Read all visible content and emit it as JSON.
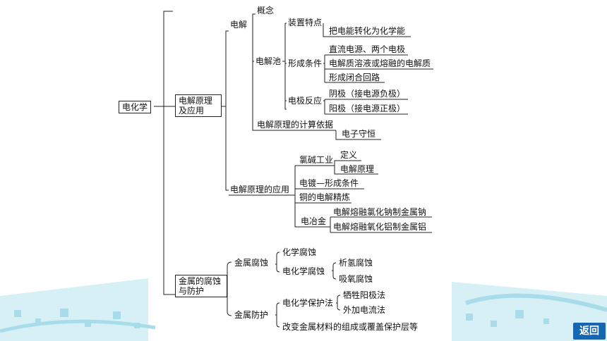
{
  "diagram": {
    "root": "电化学",
    "branch1": {
      "title_line1": "电解原理",
      "title_line2": "及应用",
      "electrolysis": "电解",
      "concept": "概念",
      "electrolytic_cell": "电解池",
      "device_feature": "装置特点",
      "device_feature_value": "把电能转化为化学能",
      "formation_conditions": "形成条件",
      "condition_1": "直流电源、两个电极",
      "condition_2": "电解质溶液或熔融的电解质",
      "condition_3": "形成闭合回路",
      "electrode_reaction": "电极反应",
      "cathode": "阴极（接电源负极）",
      "anode": "阳极（接电源正极）",
      "calc_basis": "电解原理的计算依据",
      "electron_conservation": "电子守恒",
      "applications": "电解原理的应用",
      "chlor_alkali": "氯碱工业",
      "definition": "定义",
      "principle": "电解原理",
      "electroplating": "电镀—形成条件",
      "copper_refining": "铜的电解精炼",
      "metallurgy": "电冶金",
      "sodium": "电解熔融氯化钠制金属钠",
      "aluminum": "电解熔融氧化铝制金属铝"
    },
    "branch2": {
      "title_line1": "金属的腐蚀",
      "title_line2": "与防护",
      "corrosion": "金属腐蚀",
      "chemical_corrosion": "化学腐蚀",
      "electrochemical_corrosion": "电化学腐蚀",
      "hydrogen_evolution": "析氢腐蚀",
      "oxygen_absorption": "吸氧腐蚀",
      "protection": "金属防护",
      "electrochemical_protection": "电化学保护法",
      "sacrificial_anode": "牺牲阳极法",
      "impressed_current": "外加电流法",
      "change_material": "改变金属材料的组成或覆盖保护层等"
    }
  },
  "nav": {
    "back_label": "返回"
  },
  "colors": {
    "accent": "#1766b4",
    "line": "#222222",
    "deco": "#bfe6f0"
  }
}
